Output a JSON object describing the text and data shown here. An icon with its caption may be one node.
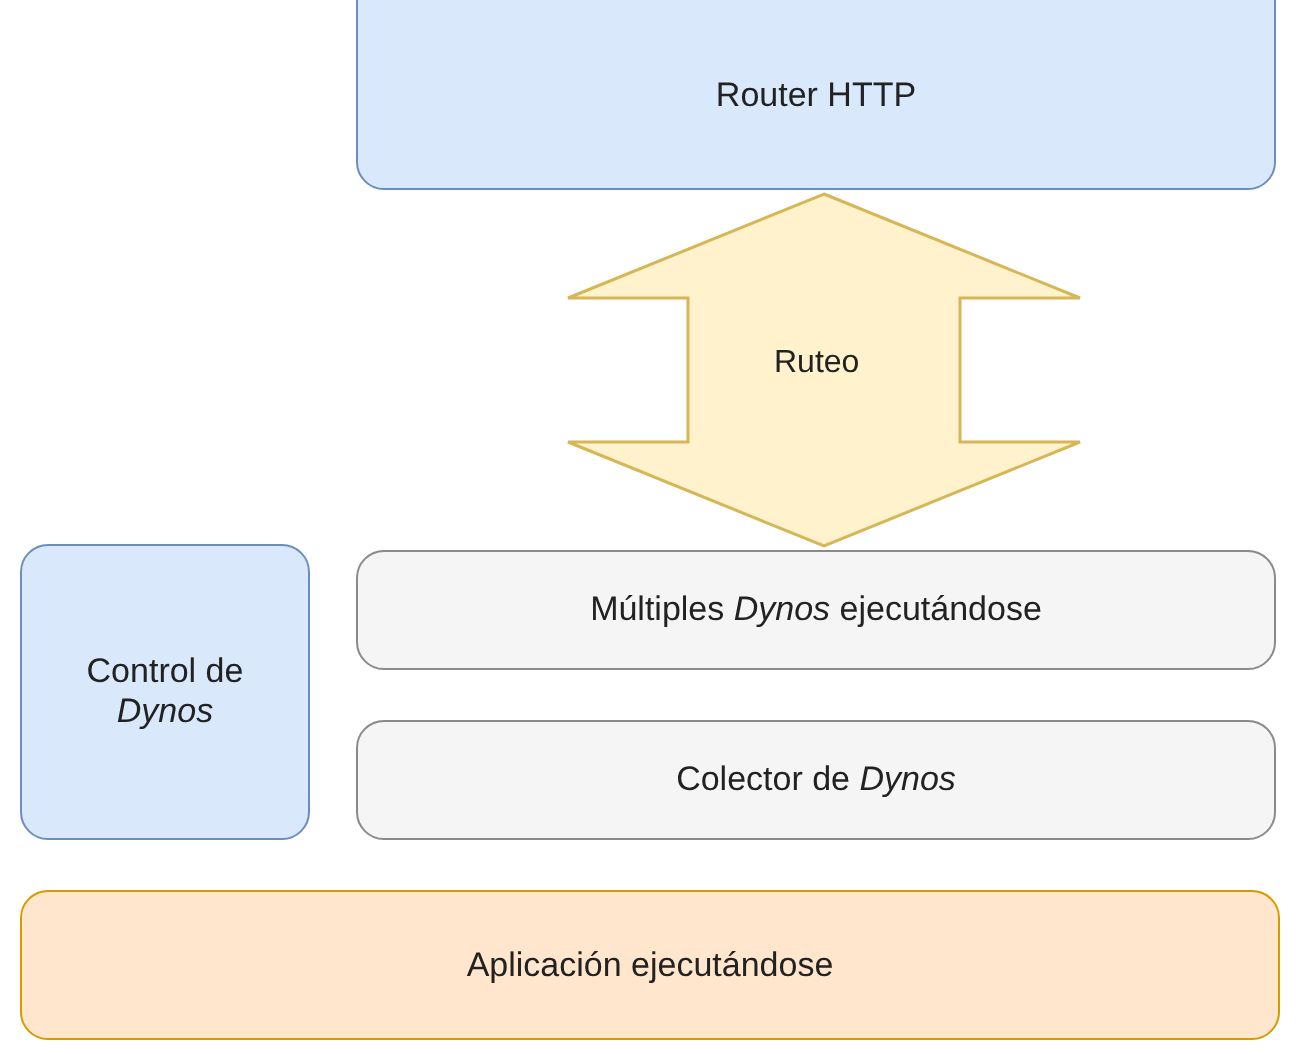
{
  "diagram": {
    "nodes": [
      {
        "text": [
          "Router HTTP"
        ]
      },
      {
        "text": [
          "Control de *Dynos*"
        ]
      },
      {
        "text": [
          "Múltiples *Dynos* ejecutándose"
        ]
      },
      {
        "text": [
          "Colector de *Dynos*"
        ]
      },
      {
        "text": [
          "Aplicación ejecutándose"
        ]
      }
    ],
    "edges": [
      {
        "from": 0,
        "to": 2,
        "arrow": "both",
        "label": "Ruteo",
        "style": "thick"
      }
    ]
  }
}
